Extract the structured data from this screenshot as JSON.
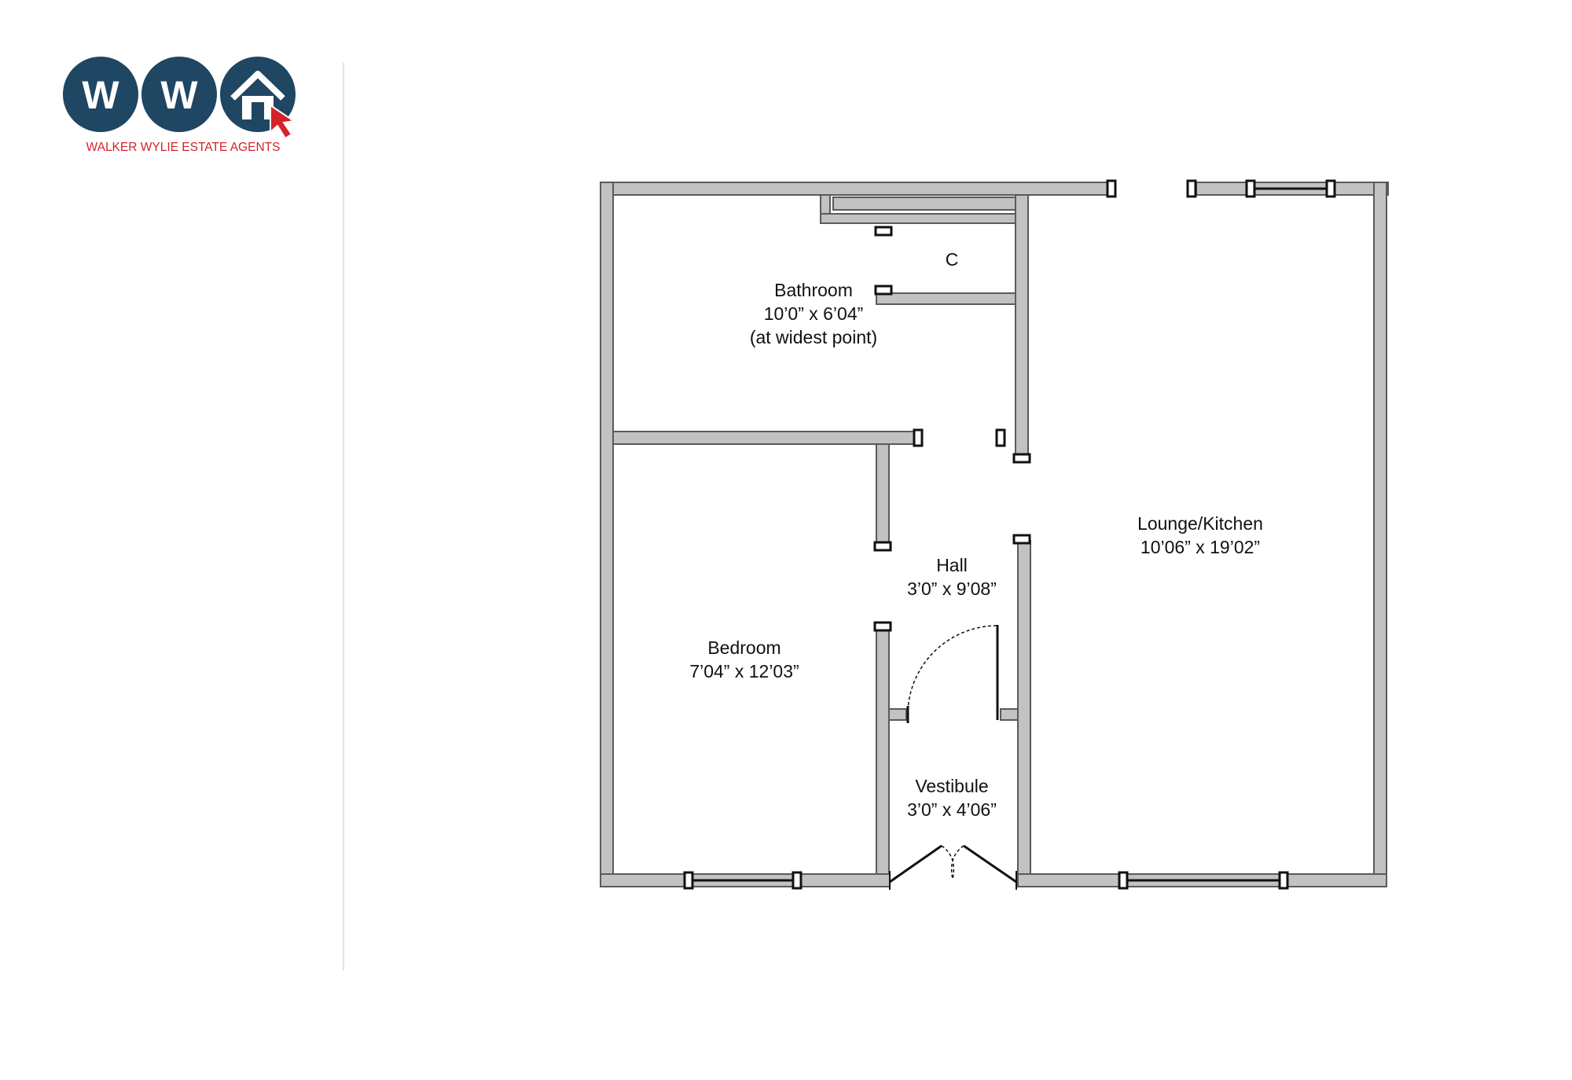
{
  "brand": {
    "logo_letters": [
      "W",
      "W"
    ],
    "name": "WALKER WYLIE ESTATE AGENTS",
    "circle_color": "#1f4663",
    "accent_color": "#d3232a"
  },
  "rooms": {
    "bathroom": {
      "name": "Bathroom",
      "dims": "10’0” x 6’04”",
      "note": "(at widest point)"
    },
    "cupboard": {
      "name": "C"
    },
    "hall": {
      "name": "Hall",
      "dims": "3’0” x 9’08”"
    },
    "lounge": {
      "name": "Lounge/Kitchen",
      "dims": "10’06” x 19’02”"
    },
    "bedroom": {
      "name": "Bedroom",
      "dims": "7’04” x 12’03”"
    },
    "vestibule": {
      "name": "Vestibule",
      "dims": "3’0” x 4’06”"
    }
  },
  "colors": {
    "wall_fill": "#c2c2c2",
    "wall_stroke": "#5a5a5a"
  }
}
